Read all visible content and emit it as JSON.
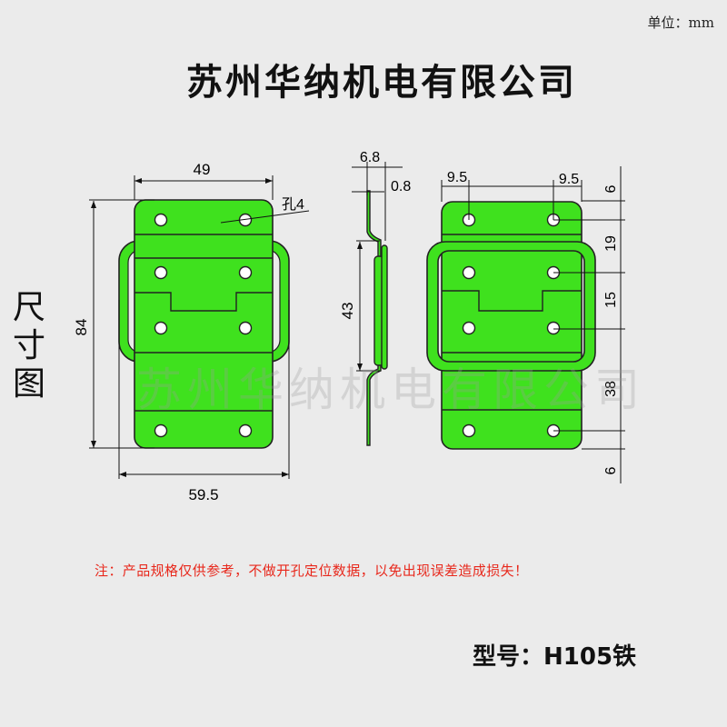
{
  "unit_label": "单位：mm",
  "title": "苏州华纳机电有限公司",
  "side_label": "尺寸图",
  "watermark": "苏州华纳机电有限公司",
  "colors": {
    "part_fill": "#3fe11e",
    "background": "#ebebeb",
    "note": "#e8281c"
  },
  "front_view": {
    "width": "49",
    "height": "84",
    "handle_width": "59.5",
    "hole": "孔4"
  },
  "side_view": {
    "depth": "6.8",
    "thickness": "0.8",
    "handle_height": "43"
  },
  "back_view": {
    "edge_left": "9.5",
    "edge_right": "9.5",
    "spacing": [
      "6",
      "19",
      "15",
      "38",
      "6"
    ]
  },
  "note": "注：产品规格仅供参考，不做开孔定位数据，以免出现误差造成损失！",
  "model": "型号：H105铁"
}
